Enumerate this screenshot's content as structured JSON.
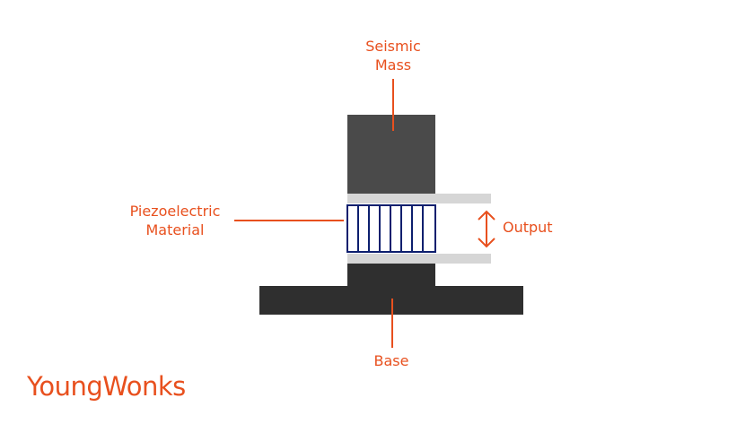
{
  "labels": {
    "seismic_mass_line1": "Seismic",
    "seismic_mass_line2": "Mass",
    "piezo_line1": "Piezoelectric",
    "piezo_line2": "Material",
    "output": "Output",
    "base": "Base"
  },
  "brand": {
    "name": "YoungWonks"
  },
  "colors": {
    "accent": "#e8501e",
    "mass": "#4a4a4a",
    "base": "#2f2f2f",
    "plate": "#d6d6d6",
    "piezo_stroke": "#0d1f6e",
    "background": "#ffffff"
  }
}
